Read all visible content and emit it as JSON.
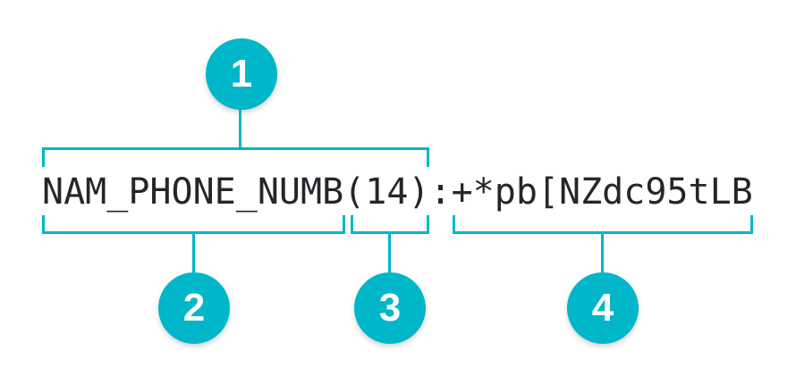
{
  "palette": {
    "accent": "#00b7c9",
    "ink": "#24262a",
    "background": "#ffffff",
    "badge_text": "#ffffff"
  },
  "token": {
    "full": "NAM_PHONE_NUMB(14):+*pb[NZdc95tLB",
    "name": "NAM_PHONE_NUMB",
    "length": "(14)",
    "separator": ":",
    "value": "+*pb[NZdc95tLB"
  },
  "callouts": [
    {
      "label": "1"
    },
    {
      "label": "2"
    },
    {
      "label": "3"
    },
    {
      "label": "4"
    }
  ]
}
